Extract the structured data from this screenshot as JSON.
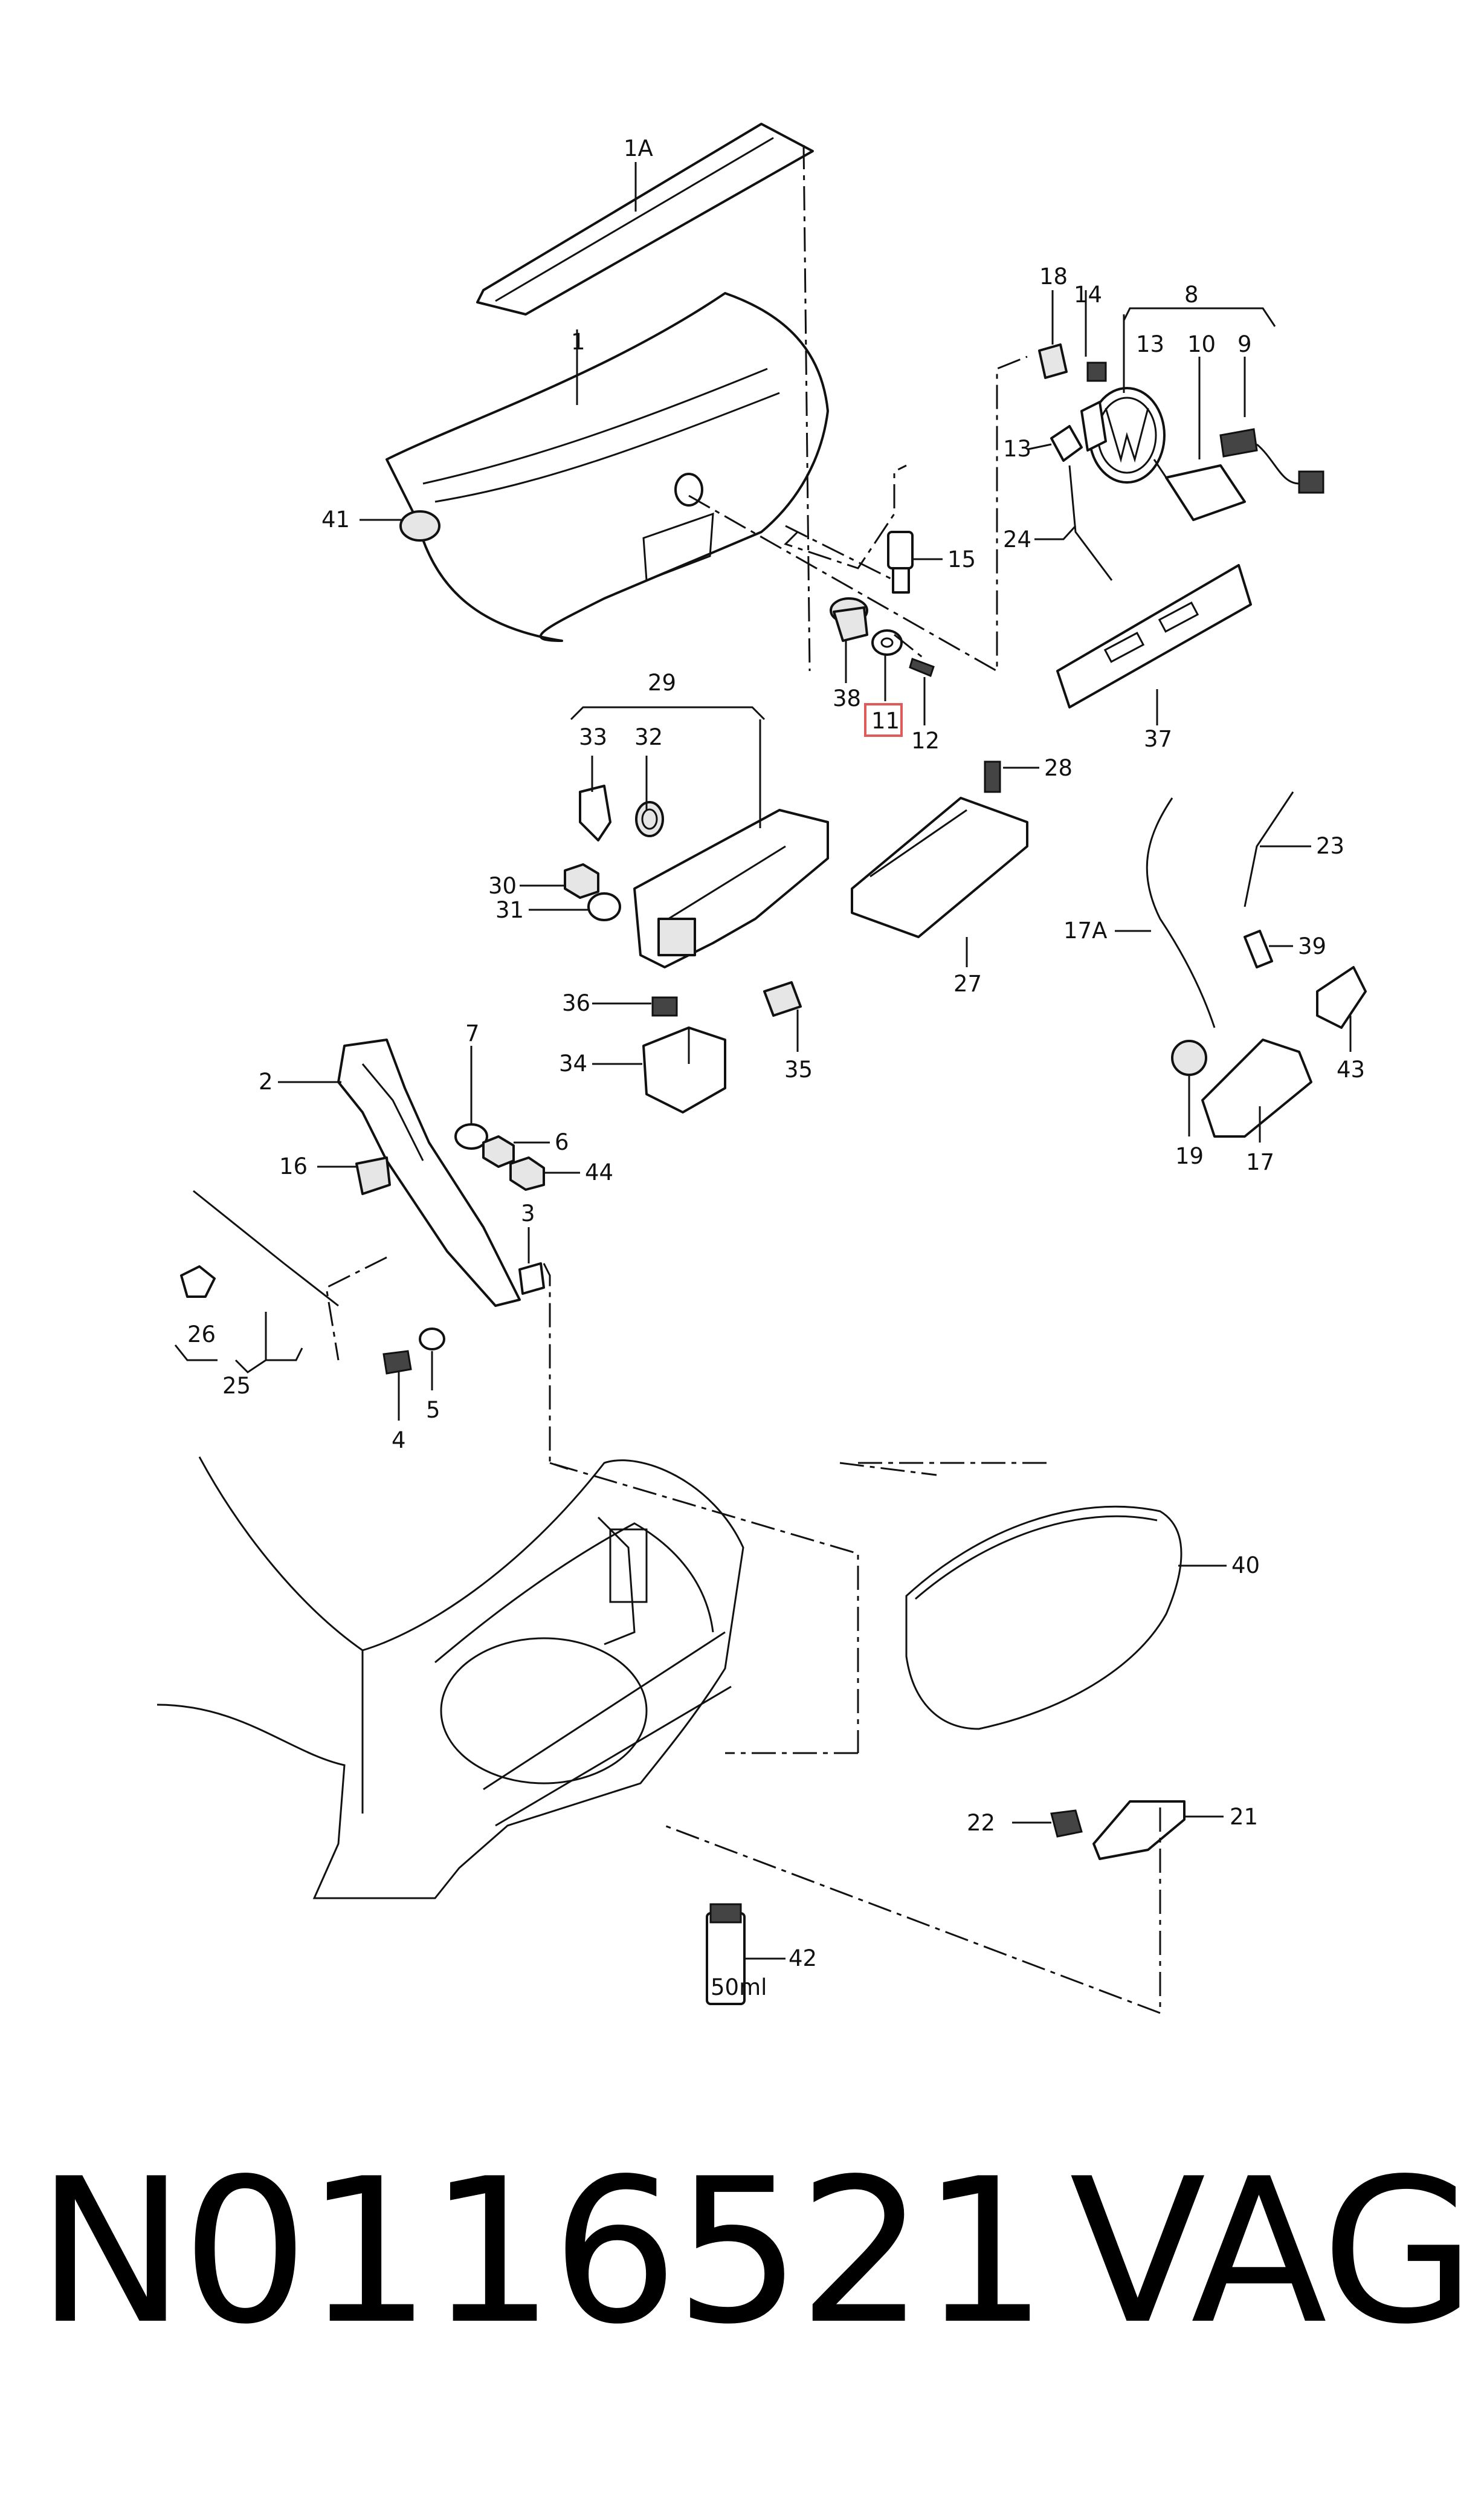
{
  "diagram": {
    "labels": {
      "l1A": "1A",
      "l1": "1",
      "l41": "41",
      "l15": "15",
      "l38": "38",
      "l11": "11",
      "l12": "12",
      "l18": "18",
      "l14": "14",
      "l8": "8",
      "l13a": "13",
      "l10": "10",
      "l9": "9",
      "l13b": "13",
      "l24": "24",
      "l37": "37",
      "l29": "29",
      "l33": "33",
      "l32": "32",
      "l30": "30",
      "l31": "31",
      "l28": "28",
      "l27": "27",
      "l23": "23",
      "l17A": "17A",
      "l39": "39",
      "l36": "36",
      "l35": "35",
      "l34": "34",
      "l43": "43",
      "l2": "2",
      "l7": "7",
      "l6": "6",
      "l44": "44",
      "l16": "16",
      "l3": "3",
      "l26": "26",
      "l25": "25",
      "l4": "4",
      "l5": "5",
      "l19": "19",
      "l17": "17",
      "l40": "40",
      "l22": "22",
      "l21": "21",
      "l42": "42"
    },
    "can_text": "50ml",
    "highlight_color": "#e05a5a"
  },
  "footer": {
    "part_number": "N0116521",
    "brand": "VAG"
  }
}
